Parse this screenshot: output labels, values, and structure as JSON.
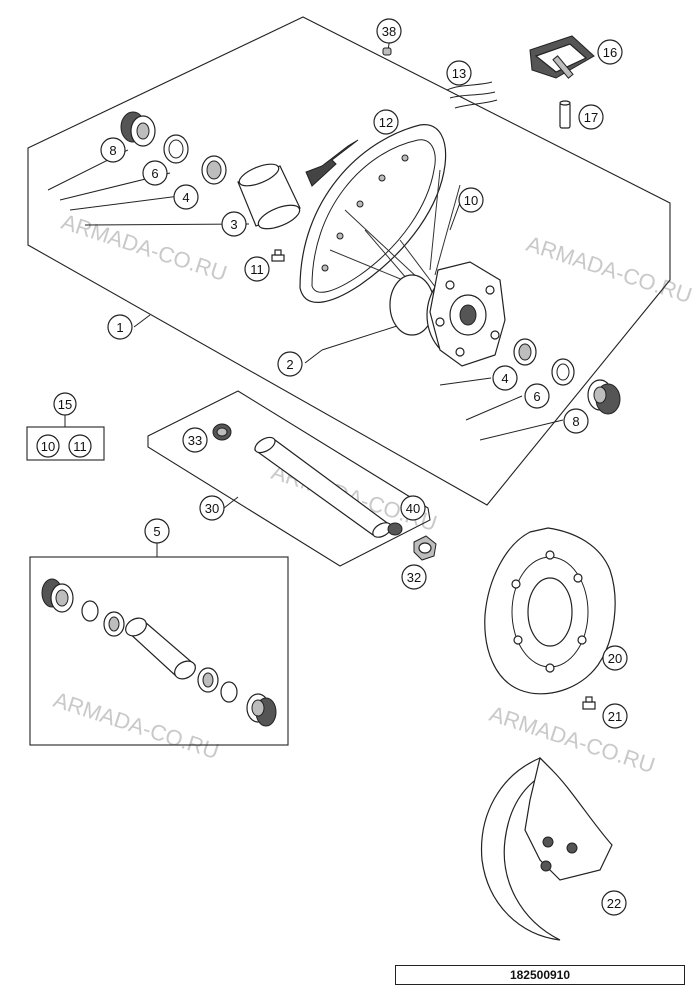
{
  "diagram": {
    "drawing_number": "182500910",
    "watermark_text": "ARMADA-CO.RU",
    "callouts": {
      "c1": "1",
      "c2": "2",
      "c3": "3",
      "c4a": "4",
      "c4b": "4",
      "c5": "5",
      "c6a": "6",
      "c6b": "6",
      "c8a": "8",
      "c8b": "8",
      "c10": "10",
      "c11": "11",
      "c12": "12",
      "c13": "13",
      "c15": "15",
      "c15_10": "10",
      "c15_11": "11",
      "c16": "16",
      "c17": "17",
      "c20": "20",
      "c21": "21",
      "c22": "22",
      "c30": "30",
      "c32": "32",
      "c33": "33",
      "c38": "38",
      "c40": "40"
    }
  }
}
